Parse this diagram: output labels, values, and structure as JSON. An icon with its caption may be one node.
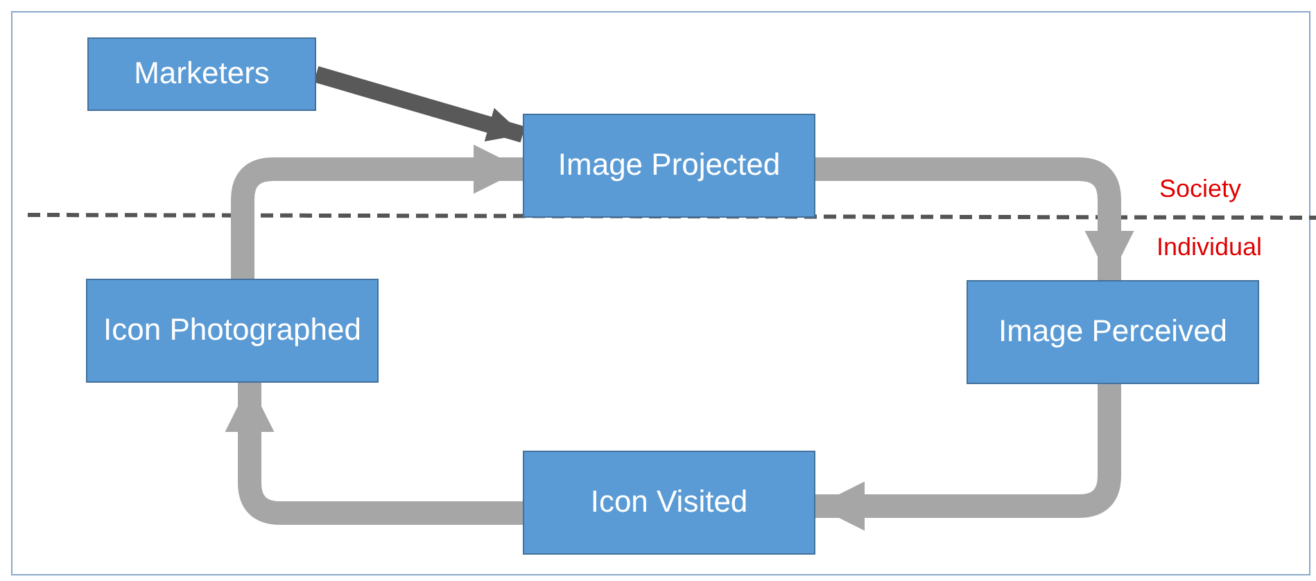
{
  "diagram": {
    "nodes": [
      {
        "text": [
          "Marketers"
        ]
      },
      {
        "text": [
          "Image Projected"
        ]
      },
      {
        "text": [
          "Image Perceived"
        ]
      },
      {
        "text": [
          "Icon Visited"
        ]
      },
      {
        "text": [
          "Icon Photographed"
        ]
      }
    ],
    "edges": [
      {
        "from": 0,
        "to": 1,
        "arrow": "to",
        "color": "#595959"
      },
      {
        "from": 1,
        "to": 2,
        "arrow": "to"
      },
      {
        "from": 2,
        "to": 3,
        "arrow": "to"
      },
      {
        "from": 3,
        "to": 4,
        "arrow": "to"
      },
      {
        "from": 4,
        "to": 1,
        "arrow": "to"
      }
    ],
    "labels": [
      "Society",
      "Individual"
    ]
  }
}
